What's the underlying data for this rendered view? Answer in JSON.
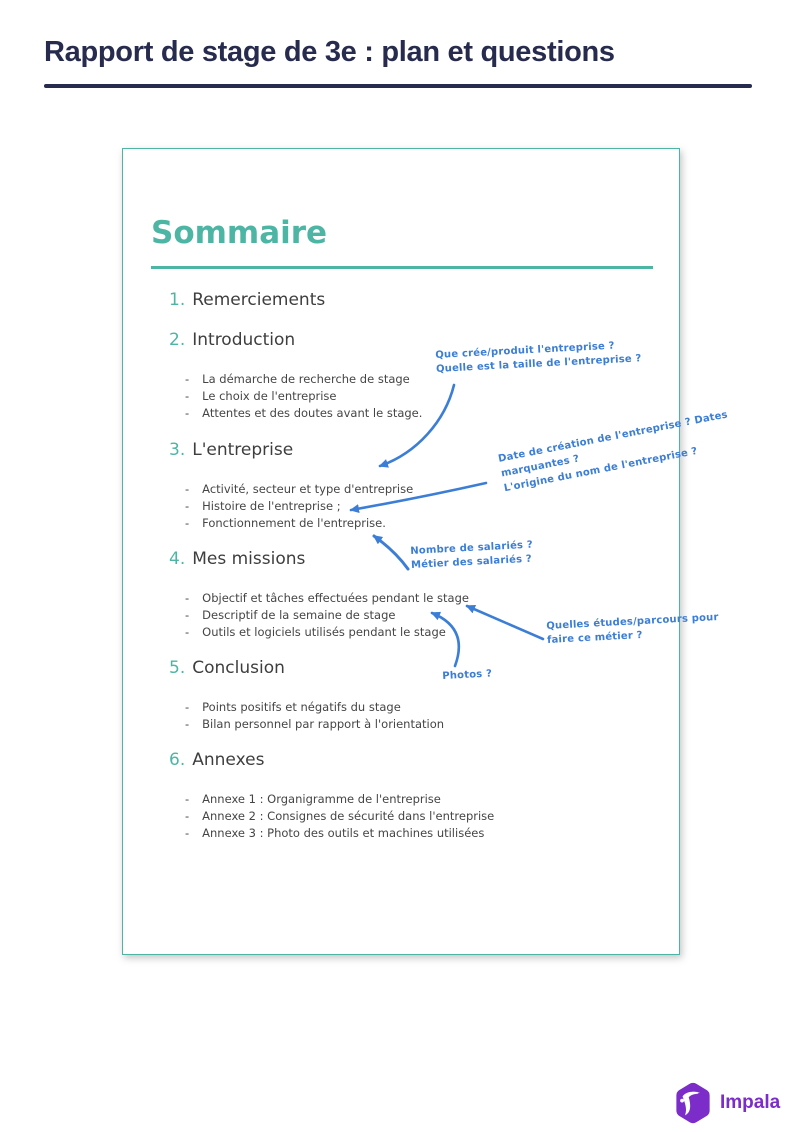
{
  "header": {
    "title": "Rapport de stage de 3e : plan et questions"
  },
  "page": {
    "heading": "Sommaire",
    "sections": [
      {
        "num": "1.",
        "title": "Remerciements",
        "items": []
      },
      {
        "num": "2.",
        "title": "Introduction",
        "items": [
          "La démarche de recherche de stage",
          "Le choix de l'entreprise",
          "Attentes et des doutes avant le stage."
        ]
      },
      {
        "num": "3.",
        "title": "L'entreprise",
        "items": [
          "Activité, secteur et type d'entreprise",
          "Histoire de l'entreprise ;",
          "Fonctionnement de l'entreprise."
        ]
      },
      {
        "num": "4.",
        "title": "Mes missions",
        "items": [
          "Objectif et tâches effectuées pendant le stage",
          "Descriptif de la semaine de stage",
          "Outils et logiciels utilisés pendant le stage"
        ]
      },
      {
        "num": "5.",
        "title": "Conclusion",
        "items": [
          "Points positifs et négatifs du stage",
          "Bilan personnel par rapport à l'orientation"
        ]
      },
      {
        "num": "6.",
        "title": "Annexes",
        "items": [
          "Annexe 1 : Organigramme de l'entreprise",
          "Annexe 2 : Consignes de sécurité dans l'entreprise",
          "Annexe 3 : Photo des outils et machines utilisées"
        ]
      }
    ],
    "annotations": [
      {
        "lines": [
          "Que crée/produit l'entreprise ?",
          "Quelle est la taille de l'entreprise ?"
        ]
      },
      {
        "lines": [
          "Date de création de l'entreprise ? Dates",
          "marquantes ?",
          "L'origine du nom de l'entreprise ?"
        ]
      },
      {
        "lines": [
          "Nombre de salariés ?",
          "Métier des salariés ?"
        ]
      },
      {
        "lines": [
          "Quelles études/parcours pour",
          "faire ce métier ?"
        ]
      },
      {
        "lines": [
          "Photos ?"
        ]
      }
    ]
  },
  "footer": {
    "logo_text": "Impala"
  },
  "colors": {
    "teal": "#4cb5a4",
    "navy": "#272b4d",
    "annotation_blue": "#3c7ed6",
    "logo_purple": "#7b2cc9",
    "body_text": "#3e3e3e"
  }
}
